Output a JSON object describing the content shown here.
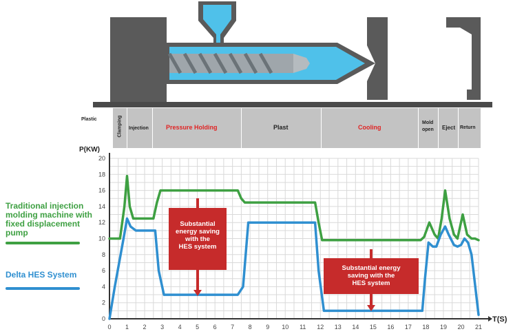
{
  "colors": {
    "traditional": "#3ea042",
    "hes": "#2f8fd0",
    "callout": "#c62b2b",
    "phase_band": "#c3c3c3",
    "grid": "#d9d9d9",
    "machine_gray": "#5a5a5a",
    "barrel_blue": "#4fc1ea",
    "pressure_text": "#e02424"
  },
  "phases": {
    "plastic": "Plastic",
    "clamping": "Clamping",
    "injection": "Injection",
    "pressure_holding": "Pressure Holding",
    "plast": "Plast",
    "cooling": "Cooling",
    "mold_open_1": "Mold",
    "mold_open_2": "open",
    "eject": "Eject",
    "return": "Return"
  },
  "legend": {
    "traditional_lines": [
      "Traditional injection",
      "molding machine with",
      "fixed displacement",
      "pump"
    ],
    "hes_label": "Delta HES System"
  },
  "callouts": {
    "first": [
      "Substantial",
      "energy saving",
      "with the",
      "HES system"
    ],
    "second": [
      "Substantial energy",
      "saving with the",
      "HES system"
    ]
  },
  "chart_data": {
    "type": "line",
    "title": "",
    "ylabel": "P(KW)",
    "xlabel": "T(S)",
    "xlim": [
      0,
      21
    ],
    "ylim": [
      0,
      20
    ],
    "x_ticks": [
      0,
      1,
      2,
      3,
      4,
      5,
      6,
      7,
      8,
      9,
      10,
      11,
      12,
      13,
      14,
      15,
      16,
      17,
      18,
      19,
      20,
      21
    ],
    "y_ticks": [
      0,
      2,
      4,
      6,
      8,
      10,
      12,
      14,
      16,
      18,
      20
    ],
    "grid": true,
    "series": [
      {
        "name": "Traditional injection molding machine with fixed displacement pump",
        "x": [
          0,
          0.6,
          0.85,
          1.0,
          1.15,
          1.35,
          2.5,
          2.7,
          2.9,
          7.3,
          7.5,
          7.7,
          11.7,
          11.9,
          12.1,
          17.7,
          17.9,
          18.2,
          18.5,
          18.7,
          18.9,
          19.1,
          19.35,
          19.6,
          19.8,
          20.1,
          20.35,
          20.6,
          20.8,
          21
        ],
        "y": [
          10,
          10,
          14,
          17.8,
          14,
          12.5,
          12.5,
          14.5,
          16,
          16,
          15,
          14.5,
          14.5,
          12,
          9.8,
          9.8,
          10.2,
          12,
          10.5,
          10,
          12.5,
          16,
          12.5,
          10.5,
          10,
          13,
          10.5,
          10,
          10,
          9.8
        ]
      },
      {
        "name": "Delta HES System",
        "x": [
          0,
          0.3,
          0.8,
          1.0,
          1.2,
          1.5,
          2.6,
          2.8,
          3.1,
          7.3,
          7.6,
          7.9,
          11.7,
          11.9,
          12.2,
          17.8,
          17.95,
          18.15,
          18.4,
          18.6,
          18.85,
          19.1,
          19.3,
          19.6,
          19.8,
          20.0,
          20.2,
          20.4,
          20.6,
          21
        ],
        "y": [
          0,
          4,
          10,
          12.5,
          11.5,
          11,
          11,
          6,
          3,
          3,
          4,
          12,
          12,
          6,
          1,
          1,
          5,
          9.5,
          9,
          9,
          10.5,
          11.5,
          10.5,
          9.2,
          9,
          9.2,
          10,
          9.5,
          8,
          0.5
        ]
      }
    ]
  }
}
